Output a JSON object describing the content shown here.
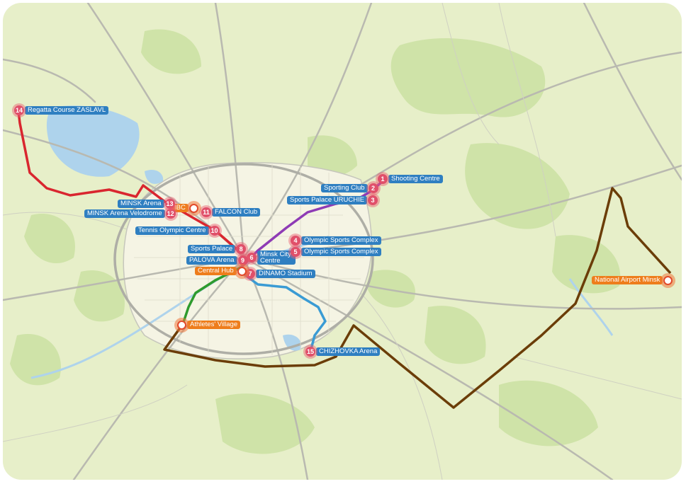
{
  "colors": {
    "land": "#e7efc9",
    "forest": "#cfe3a8",
    "water": "#aed3ec",
    "urban": "#f5f4e4",
    "road": "#b9b9b0",
    "label_blue": "#2f7fc1",
    "label_orange": "#ee7d1c",
    "pin": "#e0506a",
    "route_red": "#d9262f",
    "route_purple": "#8e3bb5",
    "route_blue": "#3a9bd4",
    "route_green": "#2e9b2e",
    "route_brown": "#6b3d08"
  },
  "venues": [
    {
      "number": "1",
      "name": "Shooting Centre"
    },
    {
      "number": "2",
      "name": "Sporting Club"
    },
    {
      "number": "3",
      "name": "Sports Palace URUCHIE"
    },
    {
      "number": "4",
      "name": "Olympic Sports Complex"
    },
    {
      "number": "5",
      "name": "Olympic Sports Complex"
    },
    {
      "number": "6",
      "name": "Minsk City Centre"
    },
    {
      "number": "7",
      "name": "DINAMO Stadium"
    },
    {
      "number": "8",
      "name": "Sports Palace"
    },
    {
      "number": "9",
      "name": "PALOVA Arena"
    },
    {
      "number": "10",
      "name": "Tennis Olympic Centre"
    },
    {
      "number": "11",
      "name": "FALCON Club"
    },
    {
      "number": "12",
      "name": "MINSK Arena Velodrome"
    },
    {
      "number": "13",
      "name": "MINSK Arena"
    },
    {
      "number": "14",
      "name": "Regatta Course ZASLAVL"
    },
    {
      "number": "15",
      "name": "CHIZHOVKA Arena"
    }
  ],
  "hubs": [
    {
      "name": "IBC"
    },
    {
      "name": "Central Hub"
    },
    {
      "name": "Athletes' Village"
    },
    {
      "name": "National Airport Minsk"
    }
  ]
}
